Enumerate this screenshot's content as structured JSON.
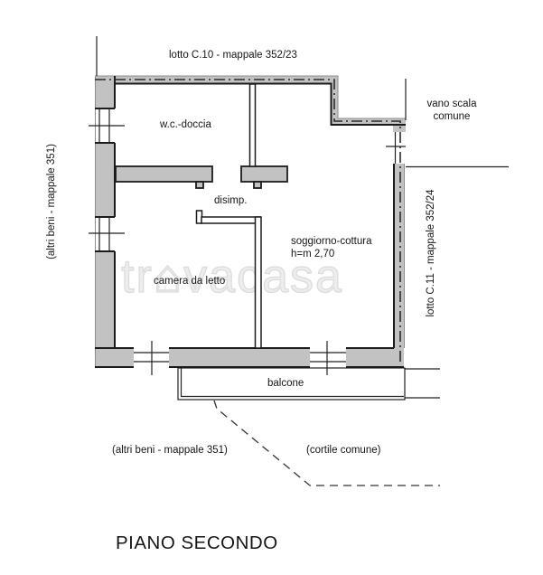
{
  "plan": {
    "title": "PIANO SECONDO",
    "labels": {
      "lot_top": "lotto C.10 - mappale 352/23",
      "stairwell": "vano scala comune",
      "lot_right": "lotto C.11 - mappale 352/24",
      "other_left": "(altri beni - mappale 351)",
      "other_bottom": "(altri beni - mappale 351)",
      "courtyard": "(cortile comune)"
    },
    "rooms": {
      "wc": "w.c.-doccia",
      "hall": "disimp.",
      "bedroom": "camera da letto",
      "living": "soggiorno-cottura",
      "living_height": "h=m 2,70",
      "balcony": "balcone"
    },
    "watermark": {
      "part1": "tr",
      "house": "⌂",
      "part2": "vacasa"
    },
    "colors": {
      "wall_fill": "#c2c2c2",
      "outline": "#1b1b1b",
      "boundary_line": "#2a2a2a",
      "watermark": "#dcdcdc"
    }
  }
}
